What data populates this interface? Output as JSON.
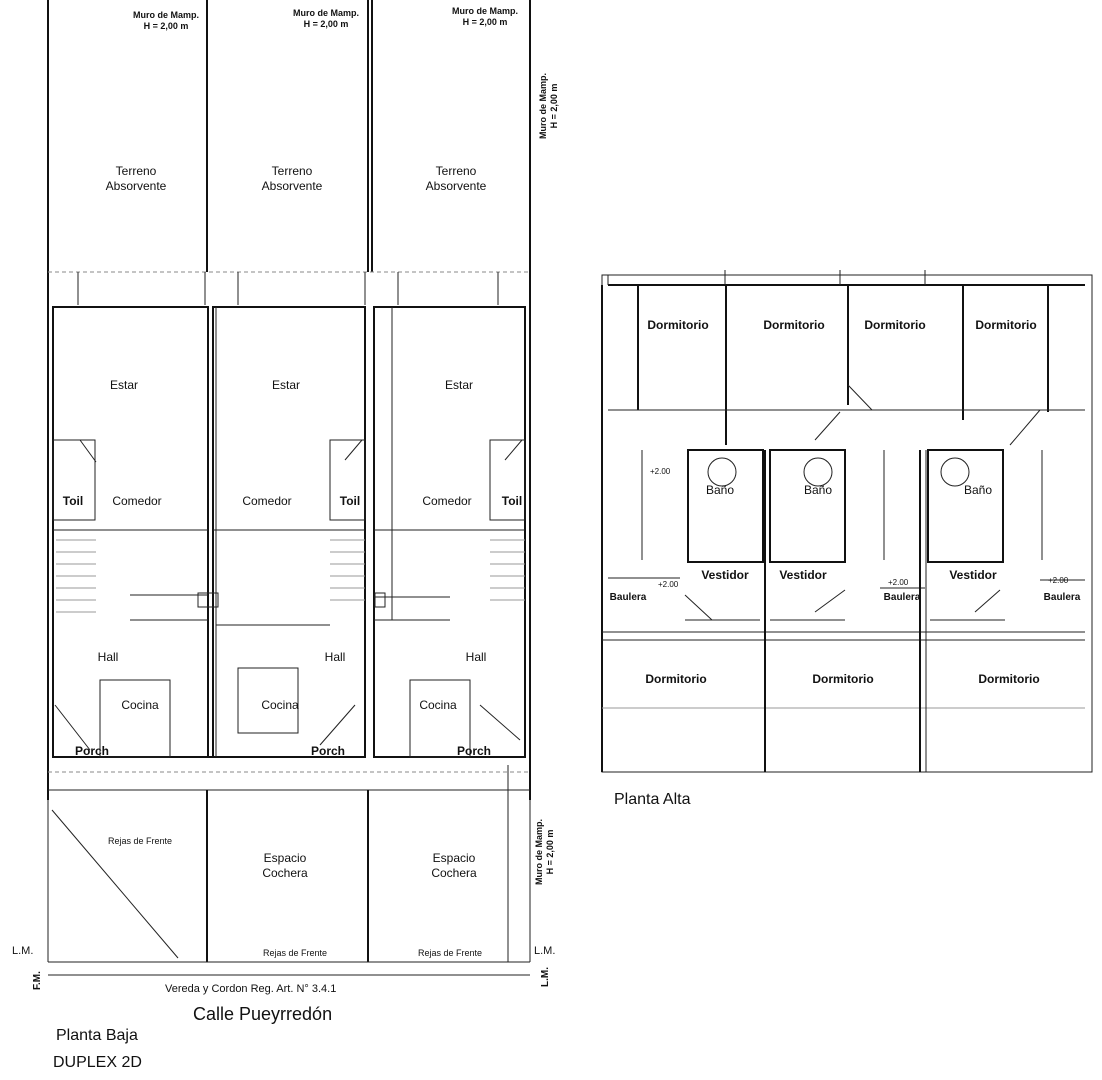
{
  "planta_baja": {
    "terreno": [
      "Terreno",
      "Absorvente"
    ],
    "muro_top": [
      "Muro de Mamp.",
      "H = 2,00 m"
    ],
    "muro_side_top": [
      "Muro de Mamp.",
      "H = 2,00 m"
    ],
    "muro_side_bottom": [
      "Muro de Mamp.",
      "H = 2,00 m"
    ],
    "estar": "Estar",
    "comedor": "Comedor",
    "toil": "Toil",
    "hall": "Hall",
    "cocina": "Cocina",
    "porch": "Porch",
    "rejas_de_frente": "Rejas de Frente",
    "espacio_cochera": [
      "Espacio",
      "Cochera"
    ],
    "lm": "L.M.",
    "fm": "F.M.",
    "vereda": "Vereda y Cordon Reg. Art. N° 3.4.1",
    "calle": "Calle Pueyrredón",
    "caption": "Planta Baja",
    "subtitle": "DUPLEX 2D"
  },
  "planta_alta": {
    "dormitorio": "Dormitorio",
    "bano": "Baño",
    "vestidor": "Vestidor",
    "baulera": "Baulera",
    "level": "+2.00",
    "caption": "Planta Alta"
  }
}
